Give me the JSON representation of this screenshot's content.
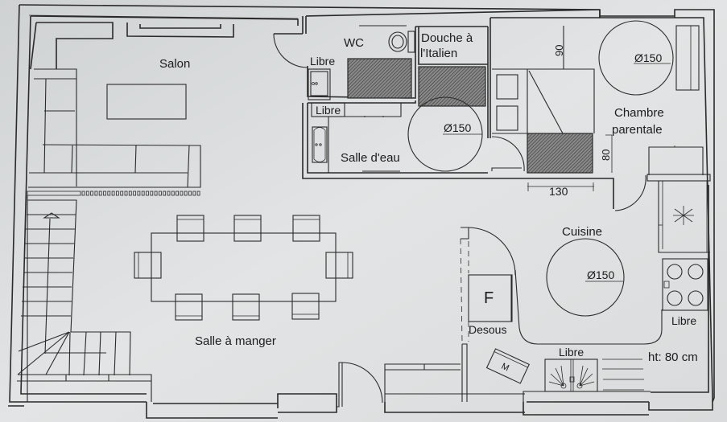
{
  "plan": {
    "rooms": {
      "salon": "Salon",
      "wc": "WC",
      "douche_line1": "Douche à",
      "douche_line2": "l'Italien",
      "salle_eau": "Salle d'eau",
      "chambre_line1": "Chambre",
      "chambre_line2": "parentale",
      "cuisine": "Cuisine",
      "salle_manger": "Salle à manger"
    },
    "annotations": {
      "libre_wc": "Libre",
      "libre_salle_eau": "Libre",
      "libre_cooktop": "Libre",
      "libre_sink": "Libre",
      "desous": "Desous",
      "height_note": "ht: 80 cm",
      "fridge_letter": "F",
      "microwave_letter": "M"
    },
    "turning_circles": {
      "salle_eau": "Ø150",
      "chambre": "Ø150",
      "cuisine": "Ø150"
    },
    "dimensions": {
      "bed_clearance_top": "90",
      "bed_clearance_side": "80",
      "bed_clearance_foot": "130"
    }
  },
  "colors": {
    "background": "#d6d8d9",
    "paper": "#e4e6e7",
    "line": "#2a2a2a"
  }
}
